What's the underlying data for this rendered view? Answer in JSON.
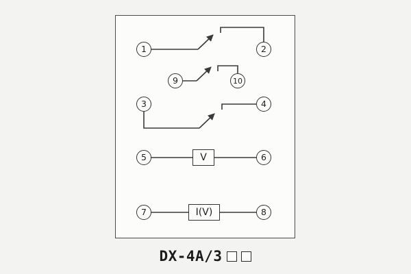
{
  "diagram": {
    "line_color": "#3a3a3a",
    "terminals": [
      {
        "id": "t1",
        "label": "1"
      },
      {
        "id": "t2",
        "label": "2"
      },
      {
        "id": "t9",
        "label": "9"
      },
      {
        "id": "t10",
        "label": "10"
      },
      {
        "id": "t3",
        "label": "3"
      },
      {
        "id": "t4",
        "label": "4"
      },
      {
        "id": "t5",
        "label": "5"
      },
      {
        "id": "t6",
        "label": "6"
      },
      {
        "id": "t7",
        "label": "7"
      },
      {
        "id": "t8",
        "label": "8"
      }
    ],
    "components": {
      "voltage_element": "V",
      "current_voltage_element": "I(V)"
    },
    "caption": {
      "model": "DX-4A/3",
      "suffix_placeholder_boxes": 2
    }
  }
}
